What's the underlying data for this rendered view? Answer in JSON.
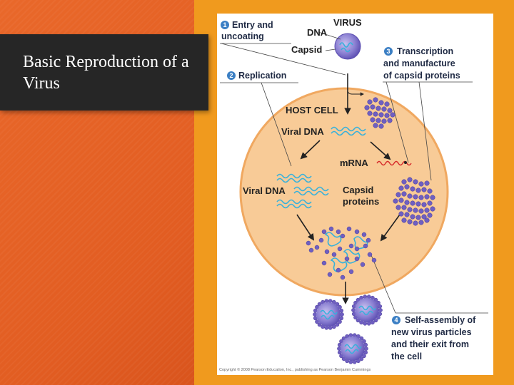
{
  "title": "Basic Reproduction of a Virus",
  "colors": {
    "background": "#e25d22",
    "side_panel": "#f09a1e",
    "title_box": "#262626",
    "host_cell": "#f8cb97",
    "host_cell_border": "#f0a860",
    "capsid_protein": "#6f5fc1",
    "viral_dna": "#35b1dc",
    "mrna": "#d62a2a",
    "step_badge": "#3b7fc4"
  },
  "figure": {
    "labels": {
      "virus": "VIRUS",
      "dna": "DNA",
      "capsid": "Capsid",
      "host_cell": "HOST CELL",
      "viral_dna_top": "Viral DNA",
      "mrna": "mRNA",
      "viral_dna_left": "Viral DNA",
      "capsid_proteins_line1": "Capsid",
      "capsid_proteins_line2": "proteins"
    },
    "steps": [
      {
        "number": "1",
        "lines": [
          "Entry and",
          "uncoating"
        ]
      },
      {
        "number": "2",
        "lines": [
          "Replication"
        ]
      },
      {
        "number": "3",
        "lines": [
          "Transcription",
          "and manufacture",
          "of capsid proteins"
        ]
      },
      {
        "number": "4",
        "lines": [
          "Self-assembly of",
          "new virus particles",
          "and their exit from",
          "the cell"
        ]
      }
    ],
    "copyright": "Copyright © 2008 Pearson Education, Inc., publishing as Pearson Benjamin Cummings"
  }
}
